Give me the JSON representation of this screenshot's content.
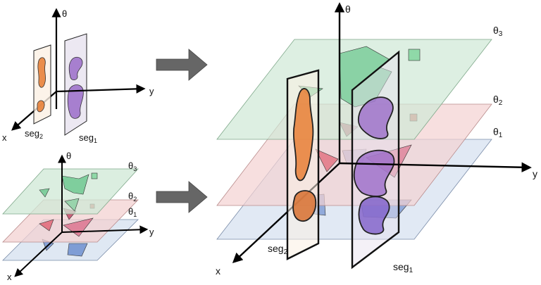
{
  "top_left": {
    "axis_theta": "θ",
    "axis_x": "x",
    "axis_y": "y",
    "seg_a": "seg",
    "seg_a_sub": "2",
    "seg_b": "seg",
    "seg_b_sub": "1"
  },
  "bottom_left": {
    "axis_theta": "θ",
    "axis_x": "x",
    "axis_y": "y",
    "plane3": "θ",
    "plane3_sub": "3",
    "plane2": "θ",
    "plane2_sub": "2",
    "plane1": "θ",
    "plane1_sub": "1"
  },
  "combined": {
    "axis_theta": "θ",
    "axis_x": "x",
    "axis_y": "y",
    "plane3": "θ",
    "plane3_sub": "3",
    "plane2": "θ",
    "plane2_sub": "2",
    "plane1": "θ",
    "plane1_sub": "1",
    "seg_a": "seg",
    "seg_a_sub": "2",
    "seg_b": "seg",
    "seg_b_sub": "1"
  },
  "colors": {
    "plane_green": "#cfe8d6",
    "plane_pink": "#f3d1d1",
    "plane_blue": "#d4e0ef",
    "seg_orange": "#e8823a",
    "seg_purple": "#9b6cc9",
    "arrow": "#666666"
  }
}
